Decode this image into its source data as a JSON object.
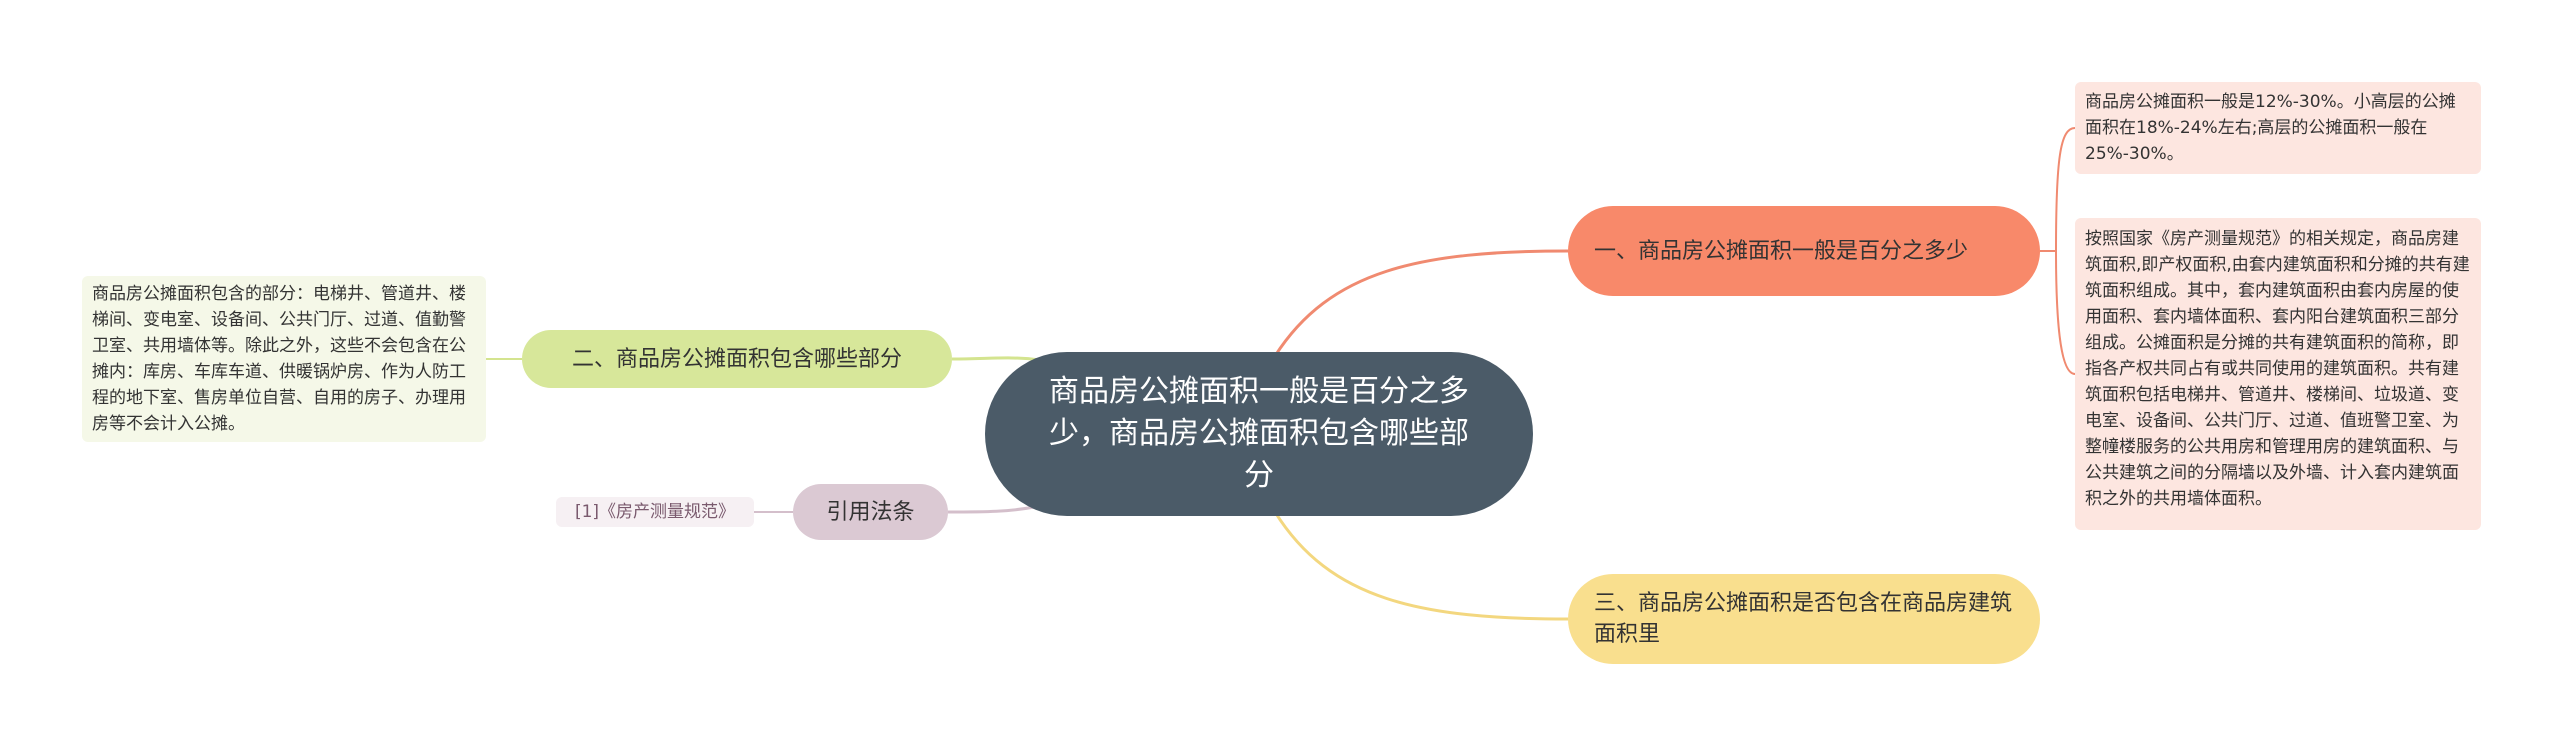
{
  "center": {
    "title": "商品房公摊面积一般是百分之多少，商品房公摊面积包含哪些部分"
  },
  "branches": {
    "percent": {
      "label": "一、商品房公摊面积一般是百分之多少",
      "notes": [
        "商品房公摊面积一般是12%-30%。小高层的公摊面积在18%-24%左右;高层的公摊面积一般在25%-30%。",
        "按照国家《房产测量规范》的相关规定，商品房建筑面积,即产权面积,由套内建筑面积和分摊的共有建筑面积组成。其中，套内建筑面积由套内房屋的使用面积、套内墙体面积、套内阳台建筑面积三部分组成。公摊面积是分摊的共有建筑面积的简称，即指各产权共同占有或共同使用的建筑面积。共有建筑面积包括电梯井、管道井、楼梯间、垃圾道、变电室、设备间、公共门厅、过道、值班警卫室、为整幢楼服务的公共用房和管理用房的建筑面积、与公共建筑之间的分隔墙以及外墙、计入套内建筑面积之外的共用墙体面积。"
      ]
    },
    "parts": {
      "label": "二、商品房公摊面积包含哪些部分",
      "note": "商品房公摊面积包含的部分：电梯井、管道井、楼梯间、变电室、设备间、公共门厅、过道、值勤警卫室、共用墙体等。除此之外，这些不会包含在公摊内：库房、车库车道、供暖锅炉房、作为人防工程的地下室、售房单位自营、自用的房子、办理用房等不会计入公摊。"
    },
    "included": {
      "label": "三、商品房公摊面积是否包含在商品房建筑面积里"
    },
    "citation": {
      "label": "引用法条",
      "ref": "[1]《房产测量规范》"
    }
  },
  "colors": {
    "center": "#4b5b68",
    "branch_percent": "#f8896a",
    "branch_parts": "#d7e79a",
    "branch_included": "#f9df8e",
    "branch_citation": "#dbc9d3",
    "note_percent": "#fde6e0",
    "note_parts": "#f5f8e8",
    "note_citation": "#f6f0f3"
  }
}
